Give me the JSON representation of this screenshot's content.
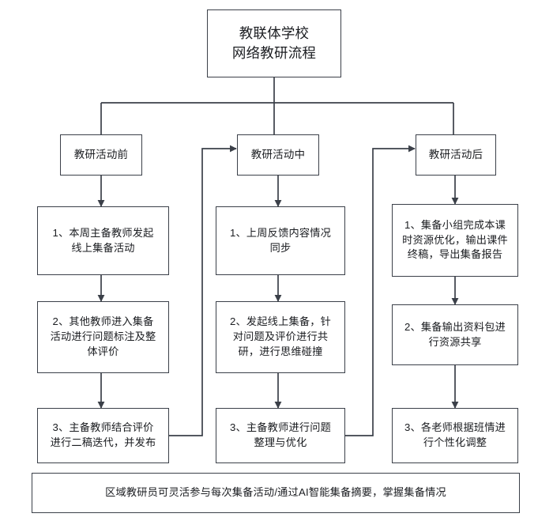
{
  "diagram": {
    "title_box": {
      "text": "教联体学校\n网络教研流程"
    },
    "phases": [
      {
        "id": "phase-before",
        "label": "教研活动前"
      },
      {
        "id": "phase-during",
        "label": "教研活动中"
      },
      {
        "id": "phase-after",
        "label": "教研活动后"
      }
    ],
    "columns": [
      {
        "phase": "教研活动前",
        "steps": [
          "1、本周主备教师发起\n线上集备活动",
          "2、其他教师进入集备\n活动进行问题标注及整\n体评价",
          "3、主备教师结合评价\n进行二稿迭代，并发布"
        ]
      },
      {
        "phase": "教研活动中",
        "steps": [
          "1、上周反馈内容情况\n同步",
          "2、发起线上集备，针\n对问题及评价进行共\n研，进行思维碰撞",
          "3、主备教师进行问题\n整理与优化"
        ]
      },
      {
        "phase": "教研活动后",
        "steps": [
          "1、集备小组完成本课\n时资源优化，输出课件\n终稿，导出集备报告",
          "2、集备输出资料包进\n行资源共享",
          "3、各老师根据班情进\n行个性化调整"
        ]
      }
    ],
    "footer": {
      "text": "区域教研员可灵活参与每次集备活动/通过AI智能集备摘要，掌握集备情况"
    },
    "colors": {
      "stroke": "#3b4049",
      "text": "#1b1d21",
      "background": "#ffffff"
    }
  }
}
